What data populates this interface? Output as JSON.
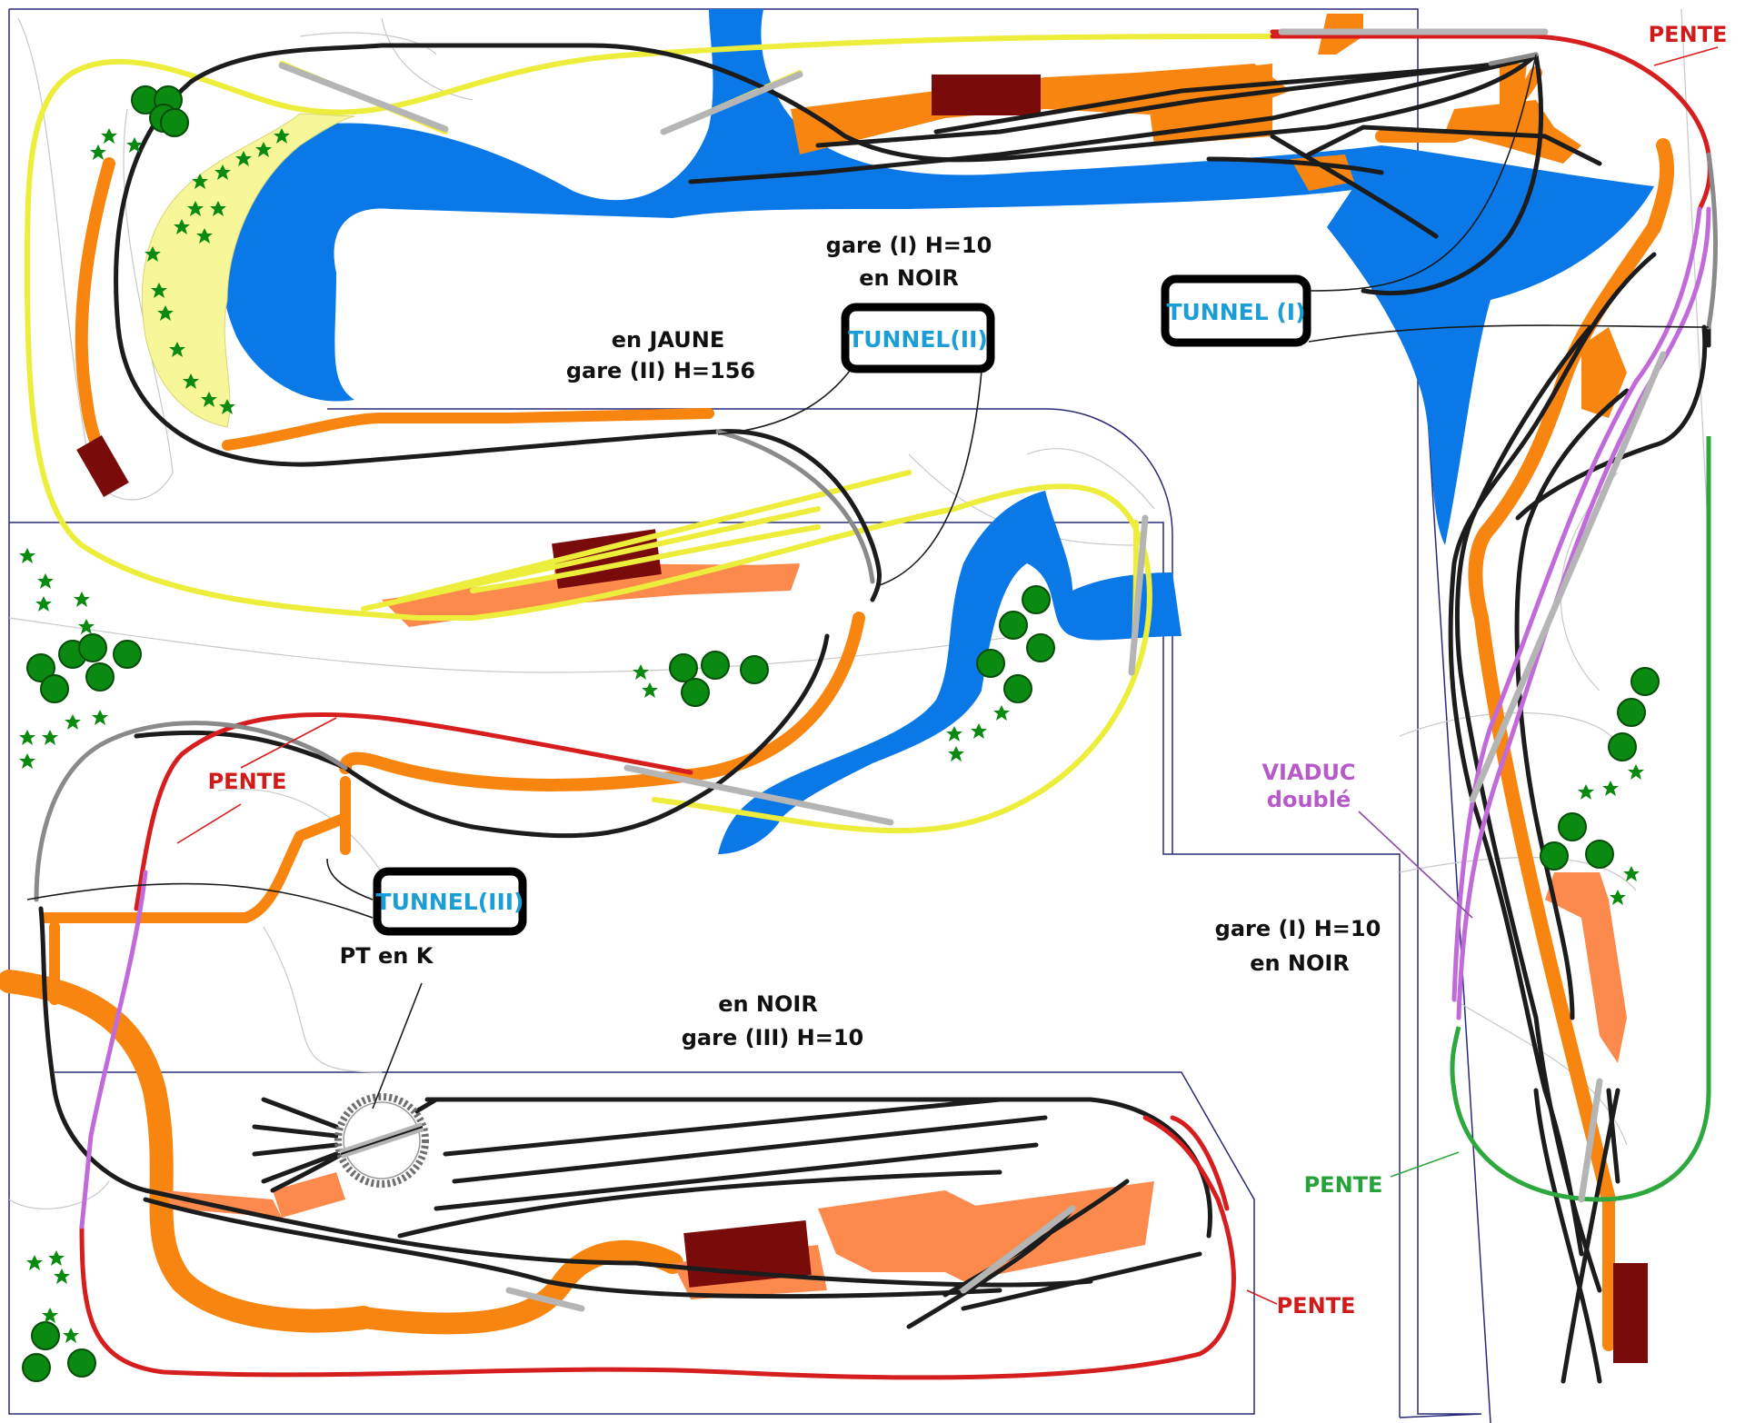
{
  "labels": {
    "top_station_black": [
      "gare (I)  H=10",
      "en NOIR"
    ],
    "middle_station_yellow": [
      "en JAUNE",
      "gare (II) H=156"
    ],
    "right_station_black": [
      "gare (I)  H=10",
      "en NOIR"
    ],
    "bottom_station_black": [
      "en NOIR",
      "gare (III) H=10"
    ],
    "turntable": "PT en K",
    "viaduct": [
      "VIADUC",
      "doublé"
    ]
  },
  "tunnels": [
    {
      "id": "tunnel_1",
      "label": "TUNNEL (I)"
    },
    {
      "id": "tunnel_2",
      "label": "TUNNEL(II)"
    },
    {
      "id": "tunnel_3",
      "label": "TUNNEL(III)"
    }
  ],
  "slopes": [
    {
      "id": "pente_top_right",
      "label": "PENTE",
      "color": "red"
    },
    {
      "id": "pente_left",
      "label": "PENTE",
      "color": "red"
    },
    {
      "id": "pente_right_green",
      "label": "PENTE",
      "color": "green"
    },
    {
      "id": "pente_bottom",
      "label": "PENTE",
      "color": "red"
    }
  ],
  "colors": {
    "water": "#0a78e6",
    "road": "#f7850f",
    "building": "#7a0b0b",
    "platform": "#fc8a4d",
    "track_black": "#1c1c1c",
    "track_yellow": "#eded3c",
    "track_red": "#d61e1e",
    "track_green": "#2ea83e",
    "track_violet": "#c06bd9",
    "sand": "#f7f79a",
    "tree": "#0b8a12",
    "tunnel_text": "#1b9ed6"
  }
}
